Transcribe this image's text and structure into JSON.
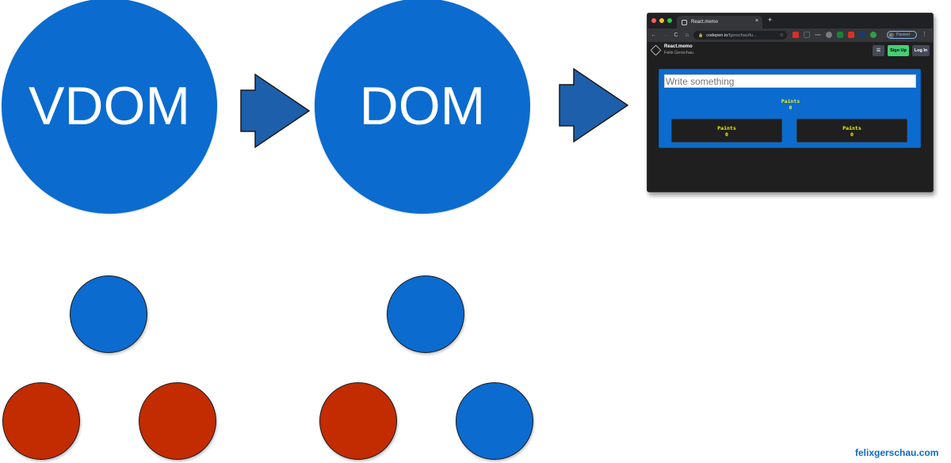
{
  "diagram": {
    "vdom_label": "VDOM",
    "dom_label": "DOM",
    "colors": {
      "blue": "#0b6bcf",
      "red": "#c22c00",
      "arrow": "#1d5fab"
    },
    "vdom_tree": {
      "root": "blue",
      "children": [
        "red",
        "red"
      ]
    },
    "dom_tree": {
      "root": "blue",
      "children": [
        "red",
        "blue"
      ]
    }
  },
  "browser": {
    "tab_title": "React.memo",
    "tab_close": "×",
    "new_tab": "+",
    "nav": {
      "back": "←",
      "forward": "→",
      "reload": "C",
      "home": "⌂"
    },
    "url_host": "codepen.io",
    "url_path": "/fgerschau/fu...",
    "star": "☆",
    "profile_initial": "F",
    "profile_status": "Paused",
    "menu": "⋮"
  },
  "codepen": {
    "title": "React.memo",
    "author": "Felix Gerschau",
    "layout_button": "☰",
    "signup_button": "Sign Up",
    "login_button": "Log In"
  },
  "app": {
    "input_placeholder": "Write something",
    "parent": {
      "label": "Paints",
      "count": "0"
    },
    "children": [
      {
        "label": "Paints",
        "count": "0"
      },
      {
        "label": "Paints",
        "count": "0"
      }
    ]
  },
  "footer": {
    "link": "felixgerschau.com"
  }
}
